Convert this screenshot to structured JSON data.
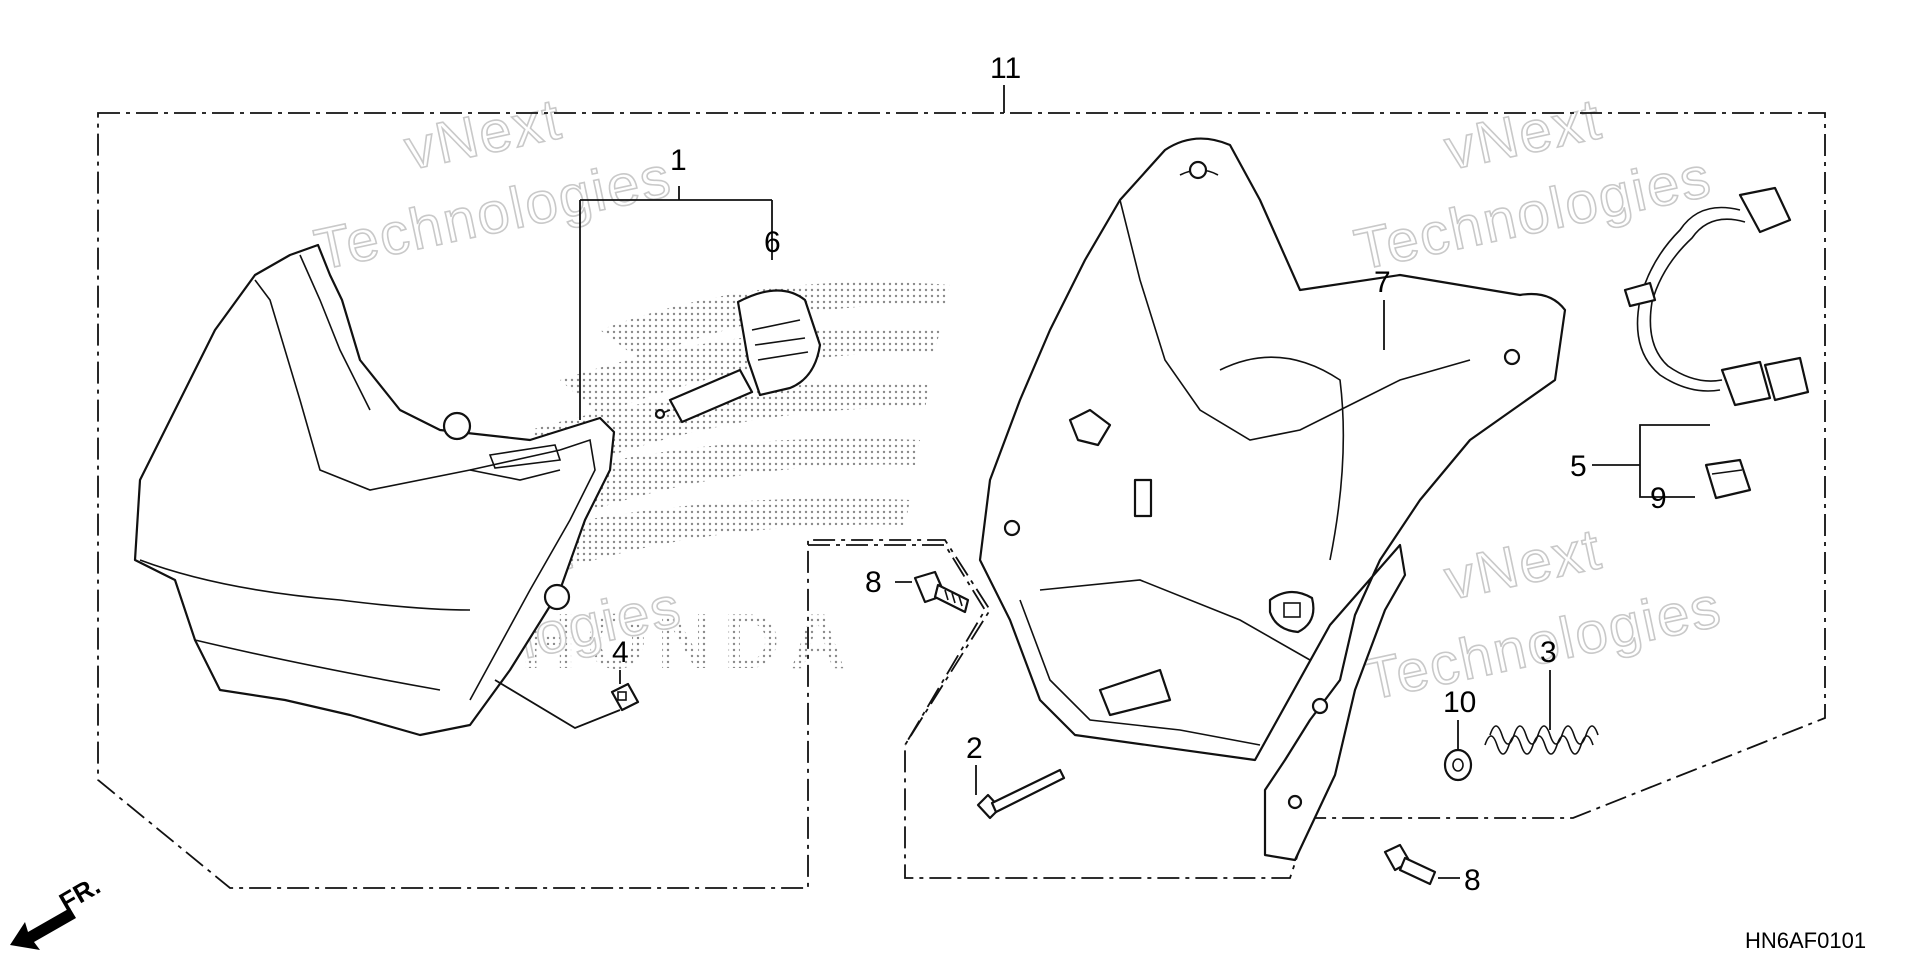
{
  "callouts": {
    "c11": "11",
    "c1": "1",
    "c6": "6",
    "c7": "7",
    "c5": "5",
    "c9": "9",
    "c8a": "8",
    "c8b": "8",
    "c2": "2",
    "c4": "4",
    "c10": "10",
    "c3": "3"
  },
  "watermark": {
    "line1": "vNext",
    "line2": "Technologies"
  },
  "background_logo": "HONDA",
  "front_indicator": "FR.",
  "diagram_code": "HN6AF0101",
  "colors": {
    "line": "#111111",
    "watermark": "#c9c9c9",
    "logo_dots": "#8a8a8a"
  }
}
